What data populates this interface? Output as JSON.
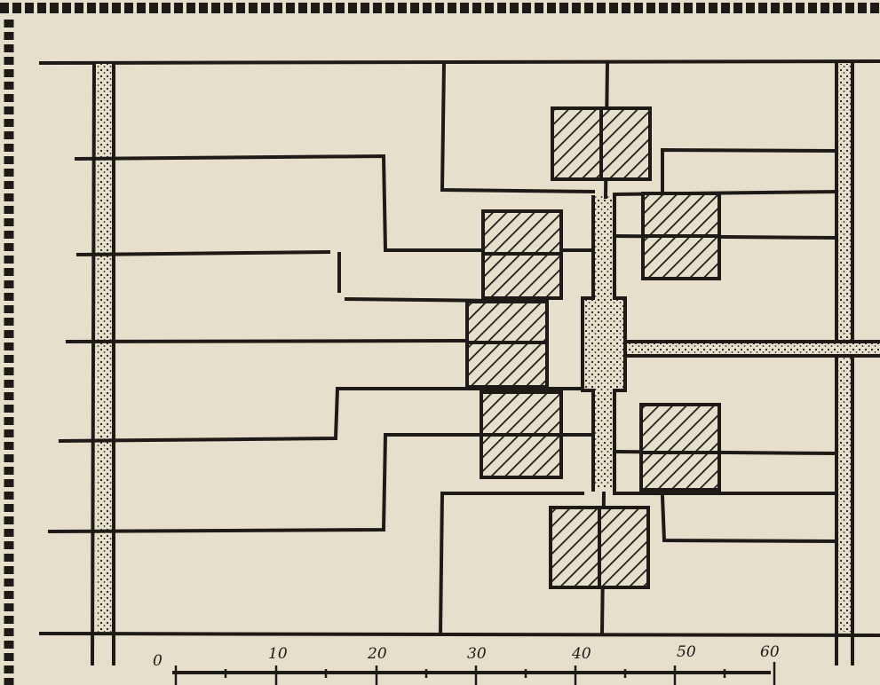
{
  "scale_bar": {
    "labels": [
      "0",
      "10",
      "20",
      "30",
      "40",
      "50",
      "60"
    ]
  },
  "colors": {
    "paper": "#e6dfcb",
    "ink": "#1d1a17"
  }
}
